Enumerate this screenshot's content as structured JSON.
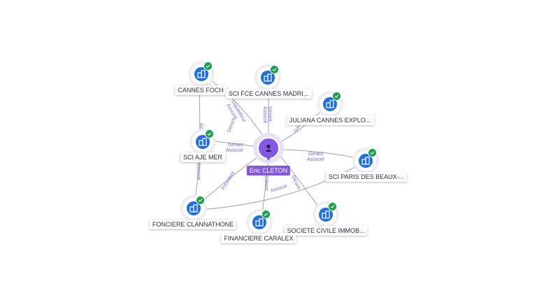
{
  "center": {
    "name": "Eric CLETON",
    "icon": "person-icon",
    "color": "#8257e6"
  },
  "companies": [
    {
      "id": "cannes_foch",
      "label": "CANNES FOCH",
      "icon": "building-icon",
      "verified": true
    },
    {
      "id": "sci_fce",
      "label": "SCI FCE CANNES MADRI...",
      "icon": "building-icon",
      "verified": true
    },
    {
      "id": "juliana",
      "label": "JULIANA CANNES EXPLO...",
      "icon": "building-icon",
      "verified": true
    },
    {
      "id": "sci_aje",
      "label": "SCI AJE MER",
      "icon": "building-icon",
      "verified": true
    },
    {
      "id": "sci_paris",
      "label": "SCI PARIS DES BEAUX-...",
      "icon": "building-icon",
      "verified": true
    },
    {
      "id": "fonciere",
      "label": "FONCIERE CLANNATHONE",
      "icon": "building-icon",
      "verified": true
    },
    {
      "id": "societe",
      "label": "SOCIETE CIVILE IMMOB...",
      "icon": "building-icon",
      "verified": true
    },
    {
      "id": "financiere",
      "label": "FINANCIERE CARALEX",
      "icon": "building-icon",
      "verified": true
    }
  ],
  "edges": [
    {
      "labels": [
        "Gérant",
        "Associé"
      ]
    },
    {
      "labels": [
        "Gérant",
        "Associé"
      ]
    },
    {
      "labels": [
        "Liquidateur",
        "Associé"
      ]
    },
    {
      "labels": [
        "Gérant",
        "Associé"
      ]
    },
    {
      "labels": [
        "Gérant",
        "Associé"
      ]
    },
    {
      "labels": [
        "Gérant"
      ]
    },
    {
      "labels": [
        "Gérant",
        "Associé"
      ]
    },
    {
      "labels": [
        "Président"
      ]
    },
    {
      "labels": [
        "Associé"
      ]
    },
    {
      "labels": [
        "Associé"
      ]
    },
    {
      "labels": [
        "Gérant"
      ]
    }
  ],
  "colors": {
    "accent": "#8257e6",
    "node": "#1f6fe0",
    "verified": "#18a04a",
    "edge": "#9aa3b5",
    "edge_label": "#6b72d8"
  }
}
